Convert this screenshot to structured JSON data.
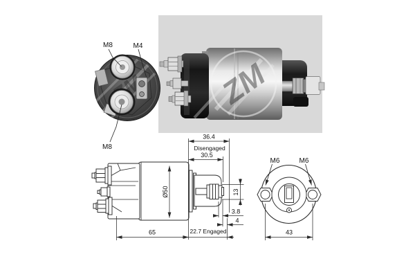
{
  "colors": {
    "line": "#2b2b2b",
    "text": "#111111",
    "photo_bg": "#d9d9d9"
  },
  "watermark": {
    "brand": "ZM"
  },
  "back_view": {
    "label_m8_top": "M8",
    "label_m4": "M4",
    "label_m8_bottom": "M8"
  },
  "side_view": {
    "dim_length": "65",
    "dim_diameter": "Ø50"
  },
  "plunger_view": {
    "dim_travel_disengaged": "36.4",
    "label_disengaged": "Disengaged",
    "dim_stroke": "30.5",
    "dim_pin_height": "13",
    "dim_gap_a": "3.8",
    "dim_gap_b": "4",
    "label_engaged": "22.7 Engaged"
  },
  "end_view": {
    "label_m6_left": "M6",
    "label_m6_right": "M6",
    "dim_mount_width": "43"
  }
}
